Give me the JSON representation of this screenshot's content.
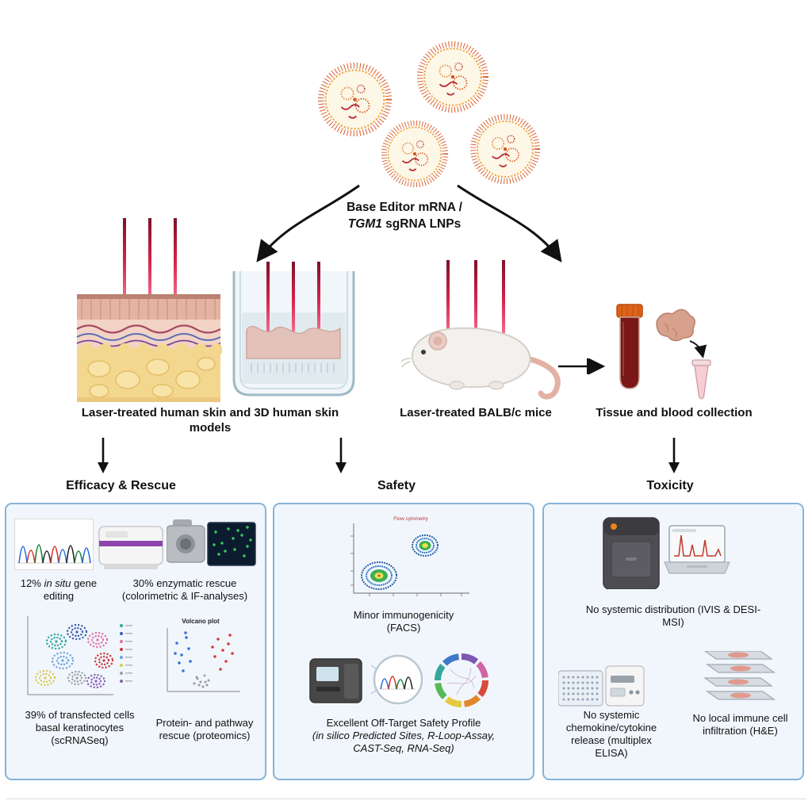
{
  "colors": {
    "panel_border": "#85b3da",
    "panel_bg": "#f1f6fc",
    "laser_red": "#d6244a",
    "lnp_orange": "#e2571f",
    "blood_red": "#7c1717",
    "arrow_black": "#111111"
  },
  "lnp": {
    "title_line1": "Base Editor mRNA /",
    "title_gene": "TGM1",
    "title_rest": " sgRNA LNPs"
  },
  "captions": {
    "skin": "Laser-treated human skin and 3D human skin models",
    "mice": "Laser-treated BALB/c mice",
    "collection": "Tissue and blood collection"
  },
  "efficacy": {
    "title": "Efficacy & Rescue",
    "gene_prefix": "12% ",
    "gene_italic": "in situ",
    "gene_suffix": " gene editing",
    "enzymatic": "30% enzymatic rescue (colorimetric & IF-analyses)",
    "volcano_title": "Volcano plot",
    "scrnaseq": "39% of transfected cells basal keratinocytes (scRNASeq)",
    "proteomics": "Protein- and pathway rescue (proteomics)"
  },
  "safety": {
    "title": "Safety",
    "flow_title": "Flow cytometry",
    "immuno_line1": "Minor immunogenicity",
    "immuno_line2": "(FACS)",
    "offtarget_line1": "Excellent Off-Target Safety Profile",
    "offtarget_line2": "(in silico Predicted Sites, R-Loop-Assay,",
    "offtarget_line3": "CAST-Seq, RNA-Seq)"
  },
  "toxicity": {
    "title": "Toxicity",
    "distribution": "No systemic distribution (IVIS & DESI-MSI)",
    "chemokine": "No systemic chemokine/cytokine release (multiplex ELISA)",
    "infiltration": "No local immune cell infiltration (H&E)"
  }
}
